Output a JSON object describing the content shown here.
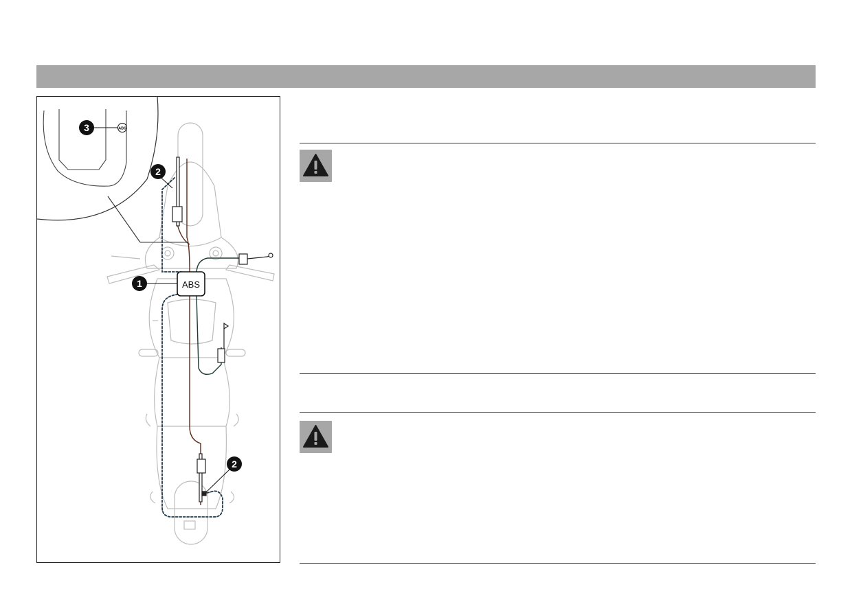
{
  "header": {
    "title": ""
  },
  "figure": {
    "callouts": [
      {
        "id": "callout-1",
        "label": "1"
      },
      {
        "id": "callout-2-front",
        "label": "2"
      },
      {
        "id": "callout-2-rear",
        "label": "2"
      },
      {
        "id": "callout-3",
        "label": "3"
      }
    ],
    "abs_unit_label": "ABS",
    "abs_lamp_label": "ABS"
  },
  "warnings": [
    {
      "icon": "warning-triangle-icon"
    },
    {
      "icon": "warning-triangle-icon"
    }
  ],
  "colors": {
    "header_bar": "#a7a7a7",
    "warning_box": "#a7a7a7",
    "brake_line_brown": "#5a2a1a",
    "brake_line_green": "#1f3a32",
    "sensor_wire_dotted": "#1f3a4a"
  }
}
